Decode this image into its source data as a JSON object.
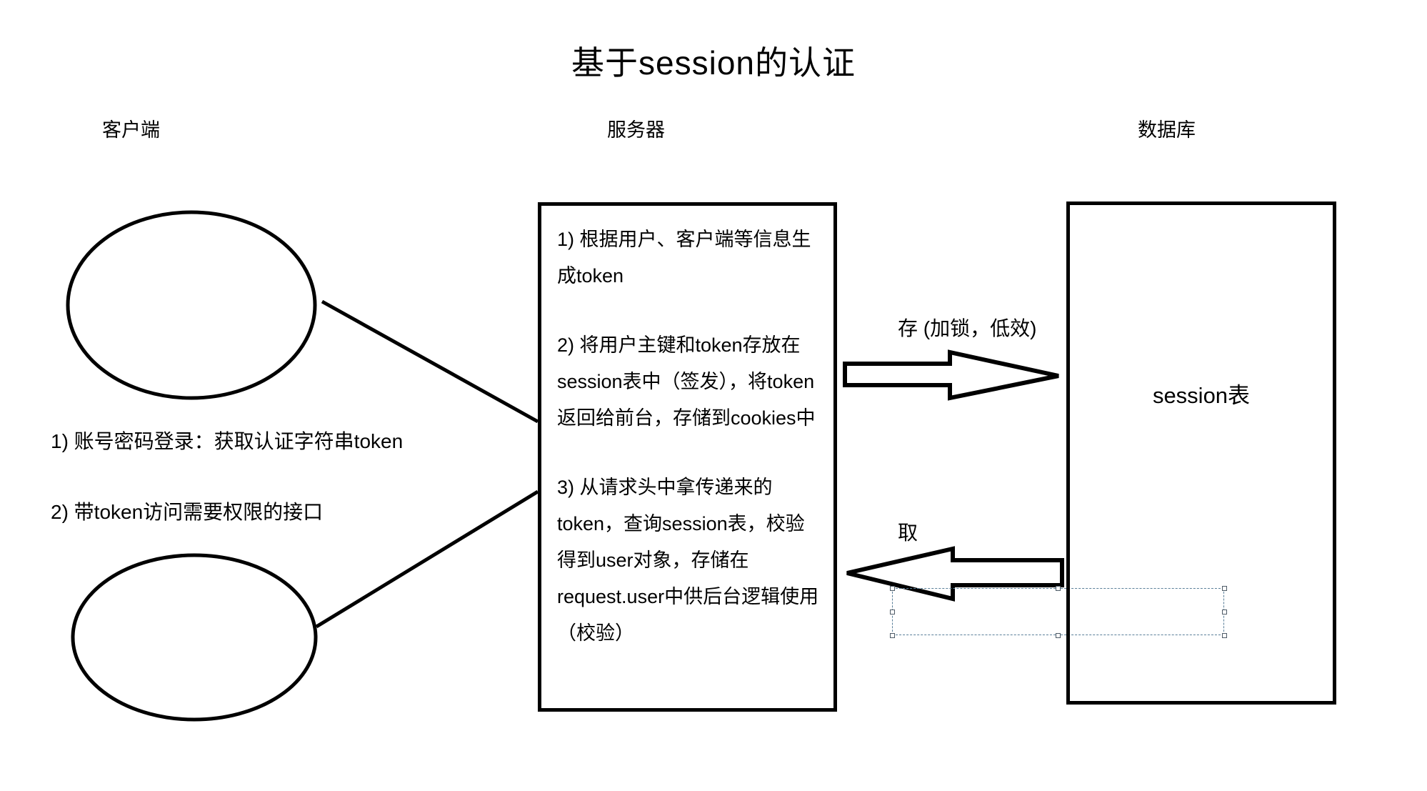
{
  "title": "基于session的认证",
  "columns": {
    "client": "客户端",
    "server": "服务器",
    "database": "数据库"
  },
  "client": {
    "step1": "1) 账号密码登录：获取认证字符串token",
    "step2": "2) 带token访问需要权限的接口"
  },
  "server_box": {
    "step1": "1) 根据用户、客户端等信息生成token",
    "step2": "2) 将用户主键和token存放在session表中（签发），将token返回给前台，存储到cookies中",
    "step3": "3) 从请求头中拿传递来的token，查询session表，校验得到user对象，存储在request.user中供后台逻辑使用（校验）"
  },
  "database_box": {
    "label": "session表"
  },
  "arrows": {
    "store_label": "存 (加锁，低效)",
    "fetch_label": "取"
  },
  "colors": {
    "stroke": "#000000",
    "selection_dash": "#5a7f99",
    "background": "#ffffff"
  }
}
